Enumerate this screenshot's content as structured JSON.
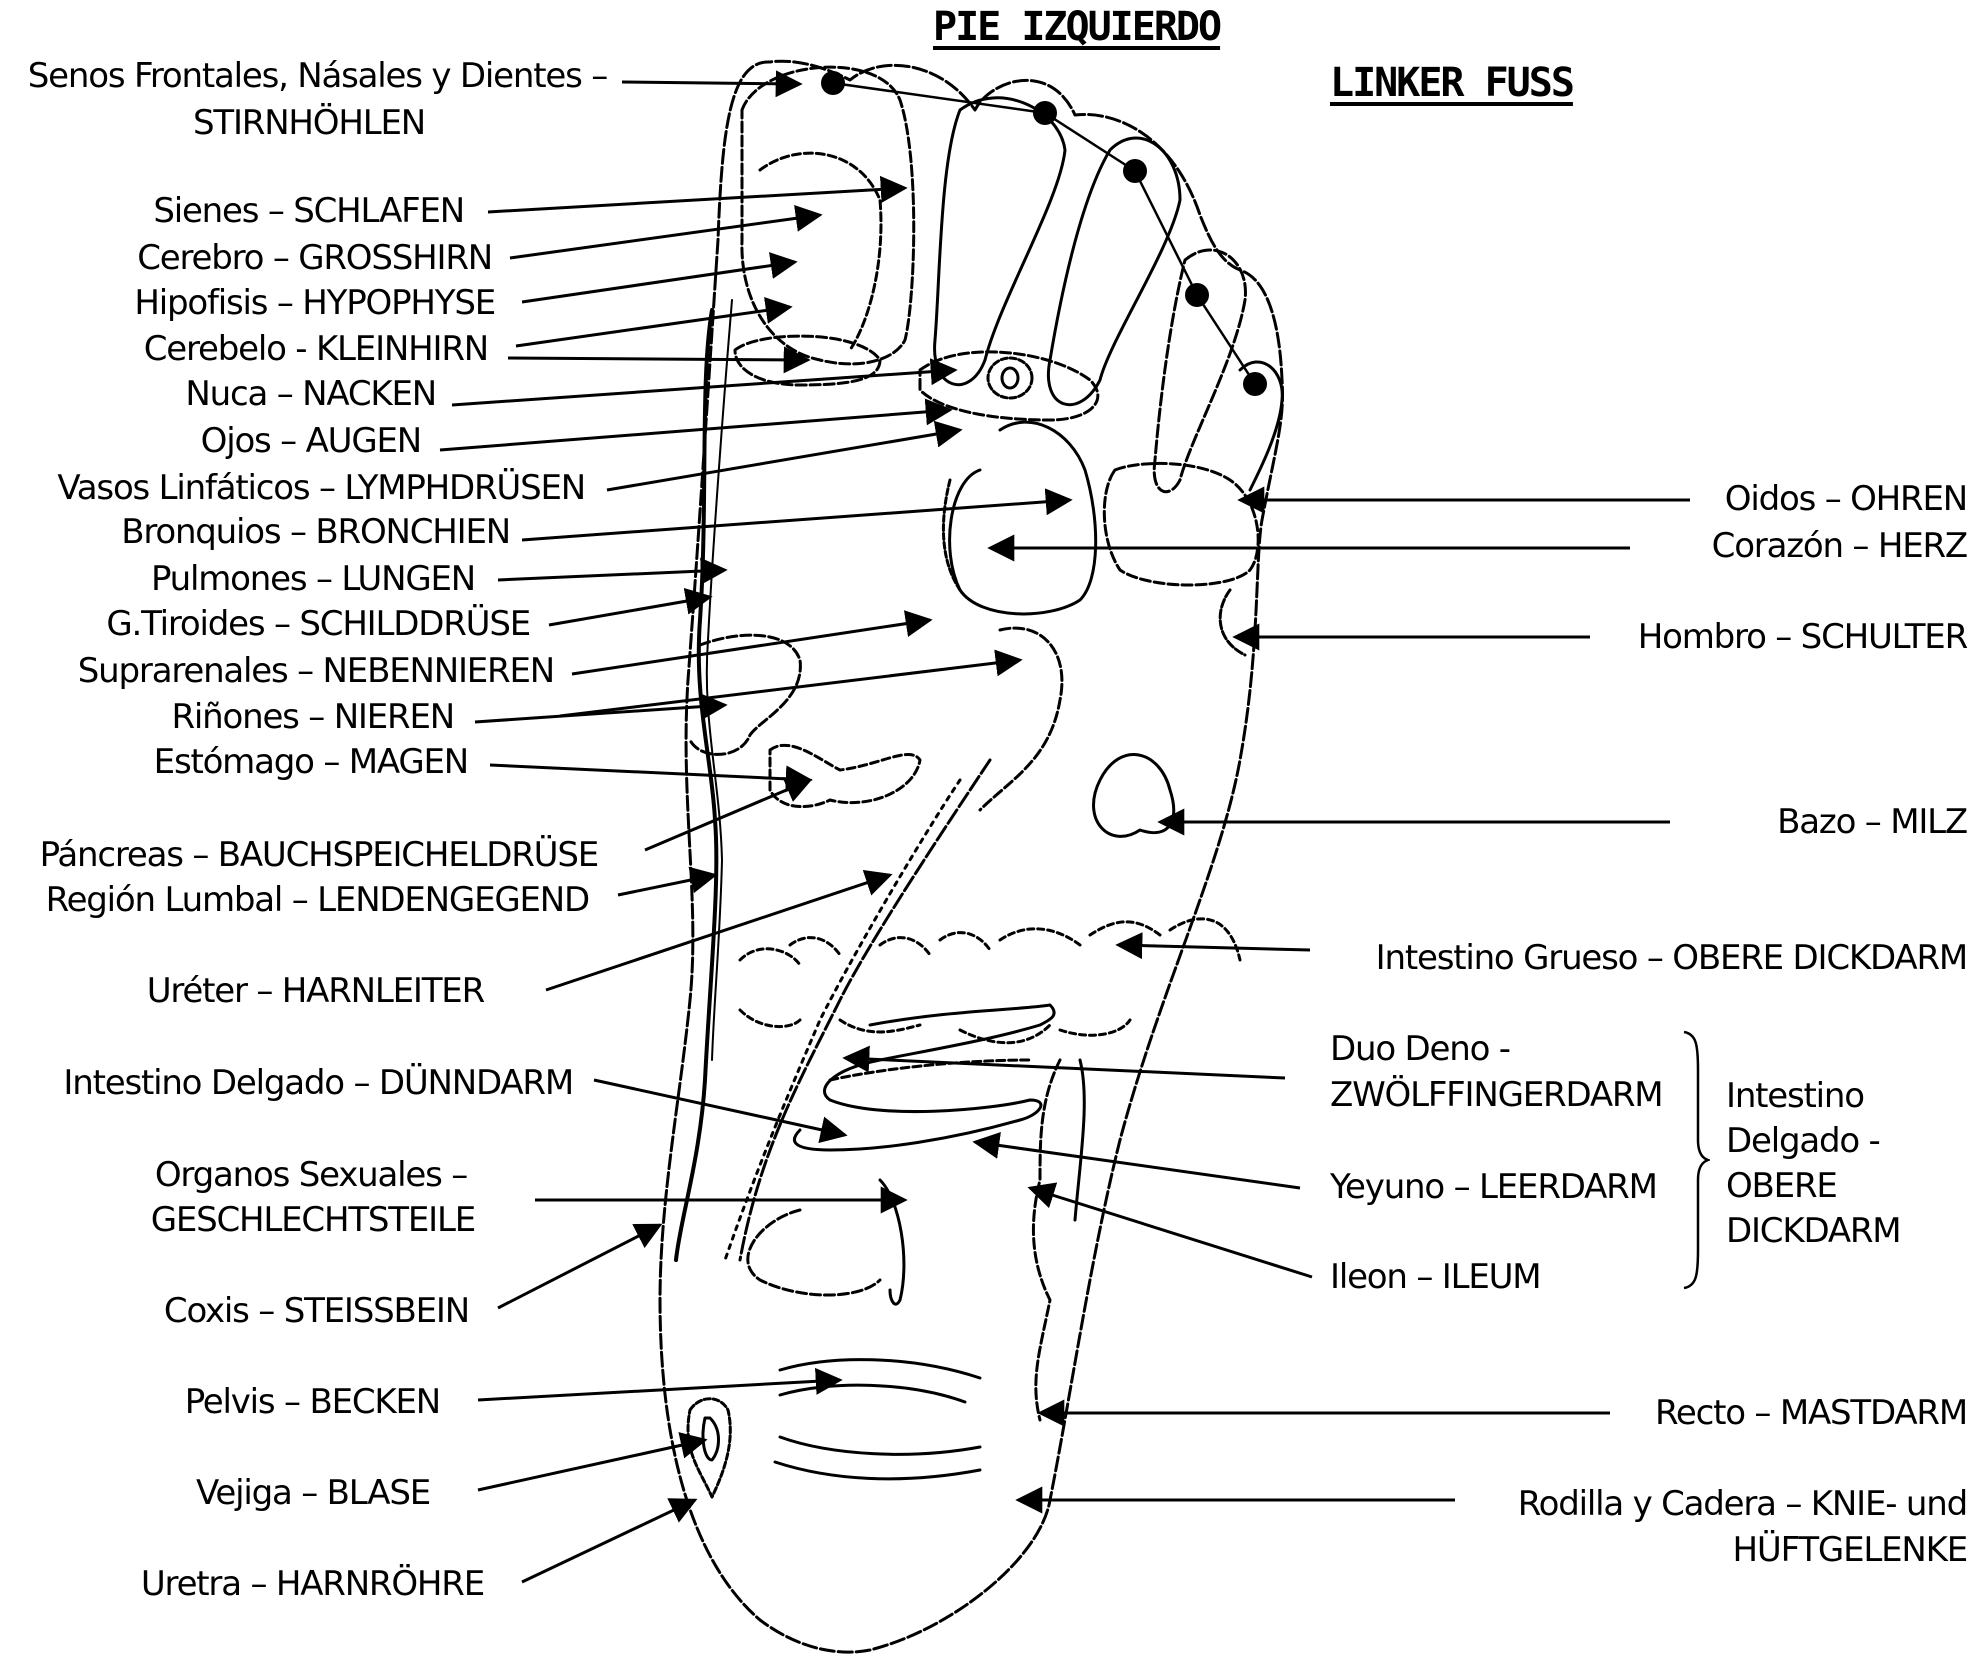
{
  "titles": {
    "spanish": "PIE IZQUIERDO",
    "german": "LINKER FUSS"
  },
  "labels_left": [
    {
      "es": "Senos Frontales, Násales y Dientes –",
      "de": "STIRNHÖHLEN"
    },
    {
      "text": "Sienes – SCHLAFEN"
    },
    {
      "text": "Cerebro – GROSSHIRN"
    },
    {
      "text": "Hipofisis – HYPOPHYSE"
    },
    {
      "text": "Cerebelo - KLEINHIRN"
    },
    {
      "text": "Nuca – NACKEN"
    },
    {
      "text": "Ojos – AUGEN"
    },
    {
      "text": "Vasos Linfáticos – LYMPHDRÜSEN"
    },
    {
      "text": "Bronquios – BRONCHIEN"
    },
    {
      "text": "Pulmones – LUNGEN"
    },
    {
      "text": "G.Tiroides – SCHILDDRÜSE"
    },
    {
      "text": "Suprarenales – NEBENNIEREN"
    },
    {
      "text": "Riñones – NIEREN"
    },
    {
      "text": "Estómago – MAGEN"
    },
    {
      "text": "Páncreas – BAUCHSPEICHELDRÜSE"
    },
    {
      "text": "Región Lumbal – LENDENGEGEND"
    },
    {
      "text": "Uréter – HARNLEITER"
    },
    {
      "text": "Intestino Delgado – DÜNNDARM"
    },
    {
      "es": "Organos Sexuales –",
      "de": "GESCHLECHTSTEILE"
    },
    {
      "text": "Coxis – STEISSBEIN"
    },
    {
      "text": "Pelvis – BECKEN"
    },
    {
      "text": "Vejiga – BLASE"
    },
    {
      "text": "Uretra – HARNRÖHRE"
    }
  ],
  "labels_right": [
    {
      "text": "Oidos – OHREN"
    },
    {
      "text": "Corazón – HERZ"
    },
    {
      "text": "Hombro – SCHULTER"
    },
    {
      "text": "Bazo – MILZ"
    },
    {
      "text": "Intestino Grueso – OBERE DICKDARM"
    },
    {
      "es": "Duo Deno -",
      "de": "ZWÖLFFINGERDARM"
    },
    {
      "text": "Yeyuno – LEERDARM"
    },
    {
      "text": "Ileon – ILEUM"
    },
    {
      "text": "Recto – MASTDARM"
    },
    {
      "es": "Rodilla y Cadera – KNIE- und",
      "de": "HÜFTGELENKE"
    }
  ],
  "bracket_group": {
    "lines": [
      "Intestino",
      "Delgado -",
      "OBERE",
      "DICKDARM"
    ]
  }
}
